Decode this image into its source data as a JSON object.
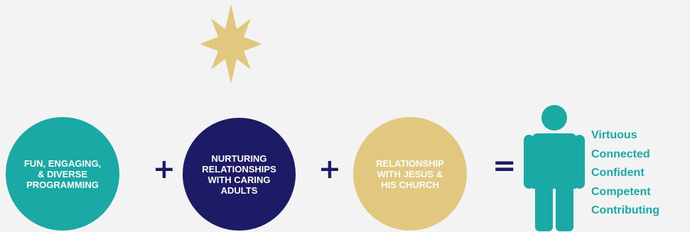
{
  "colors": {
    "teal": "#1aa9a4",
    "navy": "#1d1a66",
    "gold": "#e2c77f",
    "background": "#f3f3f4"
  },
  "icons": {
    "star": "star-icon",
    "person": "person-icon"
  },
  "circles": [
    {
      "label": "Fun, engaging, & diverse programming"
    },
    {
      "label": "Nurturing relationships with caring adults"
    },
    {
      "label": "Relationship with Jesus & his church"
    }
  ],
  "operators": {
    "plus": "+",
    "equals": "="
  },
  "outcomes": [
    "Virtuous",
    "Connected",
    "Confident",
    "Competent",
    "Contributing"
  ]
}
